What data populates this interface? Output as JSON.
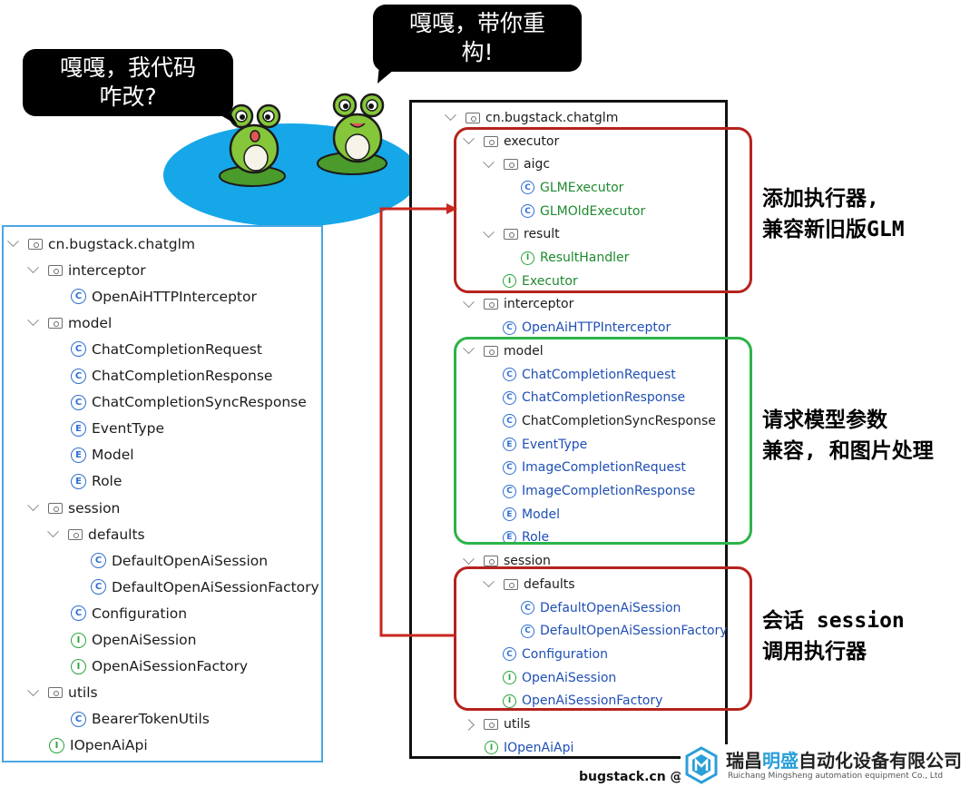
{
  "bubbles": {
    "left": "嘎嘎，我代码\n咋改?",
    "right": "嘎嘎，带你重\n构!"
  },
  "colors": {
    "pond": "#16a7e8",
    "frog": "#86c63a",
    "red_box": "#b5231d",
    "green_box": "#2db34a",
    "connector": "#c9271f",
    "class_icon": "#2f6ed2",
    "interface_icon": "#2aa43a"
  },
  "left_tree": {
    "items": [
      {
        "kind": "folder",
        "label": "cn.bugstack.chatglm",
        "expanded": true
      },
      {
        "kind": "folder",
        "label": "interceptor",
        "expanded": true
      },
      {
        "kind": "class",
        "label": "OpenAiHTTPInterceptor"
      },
      {
        "kind": "folder",
        "label": "model",
        "expanded": true
      },
      {
        "kind": "class",
        "label": "ChatCompletionRequest"
      },
      {
        "kind": "class",
        "label": "ChatCompletionResponse"
      },
      {
        "kind": "class",
        "label": "ChatCompletionSyncResponse"
      },
      {
        "kind": "enum",
        "label": "EventType"
      },
      {
        "kind": "enum",
        "label": "Model"
      },
      {
        "kind": "enum",
        "label": "Role"
      },
      {
        "kind": "folder",
        "label": "session",
        "expanded": true
      },
      {
        "kind": "folder",
        "label": "defaults",
        "expanded": true
      },
      {
        "kind": "class",
        "label": "DefaultOpenAiSession"
      },
      {
        "kind": "class",
        "label": "DefaultOpenAiSessionFactory"
      },
      {
        "kind": "class",
        "label": "Configuration"
      },
      {
        "kind": "interface",
        "label": "OpenAiSession"
      },
      {
        "kind": "interface",
        "label": "OpenAiSessionFactory"
      },
      {
        "kind": "folder",
        "label": "utils",
        "expanded": true
      },
      {
        "kind": "class",
        "label": "BearerTokenUtils"
      },
      {
        "kind": "interface",
        "label": "IOpenAiApi"
      }
    ]
  },
  "right_tree": {
    "items": [
      {
        "kind": "folder",
        "label": "cn.bugstack.chatglm",
        "expanded": true
      },
      {
        "kind": "folder",
        "label": "executor",
        "expanded": true
      },
      {
        "kind": "folder",
        "label": "aigc",
        "expanded": true
      },
      {
        "kind": "class",
        "label": "GLMExecutor"
      },
      {
        "kind": "class",
        "label": "GLMOldExecutor"
      },
      {
        "kind": "folder",
        "label": "result",
        "expanded": true
      },
      {
        "kind": "interface",
        "label": "ResultHandler"
      },
      {
        "kind": "interface",
        "label": "Executor"
      },
      {
        "kind": "folder",
        "label": "interceptor",
        "expanded": true
      },
      {
        "kind": "class",
        "label": "OpenAiHTTPInterceptor"
      },
      {
        "kind": "folder",
        "label": "model",
        "expanded": true
      },
      {
        "kind": "class",
        "label": "ChatCompletionRequest"
      },
      {
        "kind": "class",
        "label": "ChatCompletionResponse"
      },
      {
        "kind": "class",
        "label": "ChatCompletionSyncResponse"
      },
      {
        "kind": "enum",
        "label": "EventType"
      },
      {
        "kind": "class",
        "label": "ImageCompletionRequest"
      },
      {
        "kind": "class",
        "label": "ImageCompletionResponse"
      },
      {
        "kind": "enum",
        "label": "Model"
      },
      {
        "kind": "enum",
        "label": "Role"
      },
      {
        "kind": "folder",
        "label": "session",
        "expanded": true
      },
      {
        "kind": "folder",
        "label": "defaults",
        "expanded": true
      },
      {
        "kind": "class",
        "label": "DefaultOpenAiSession"
      },
      {
        "kind": "class",
        "label": "DefaultOpenAiSessionFactory"
      },
      {
        "kind": "class",
        "label": "Configuration"
      },
      {
        "kind": "interface",
        "label": "OpenAiSession"
      },
      {
        "kind": "interface",
        "label": "OpenAiSessionFactory"
      },
      {
        "kind": "folder",
        "label": "utils",
        "expanded": false
      },
      {
        "kind": "interface",
        "label": "IOpenAiApi"
      }
    ]
  },
  "annotations": {
    "executor": [
      "添加执行器,",
      "兼容新旧版GLM"
    ],
    "model": [
      "请求模型参数",
      "兼容, 和图片处理"
    ],
    "session": [
      "会话 session",
      "调用执行器"
    ]
  },
  "footer": {
    "credit": "bugstack.cn @/",
    "company_cn_prefix": "瑞昌",
    "company_cn_highlight": "明盛",
    "company_cn_suffix": "自动化设备有限公司",
    "company_en": "Ruichang Mingsheng automation equipment Co., Ltd"
  }
}
